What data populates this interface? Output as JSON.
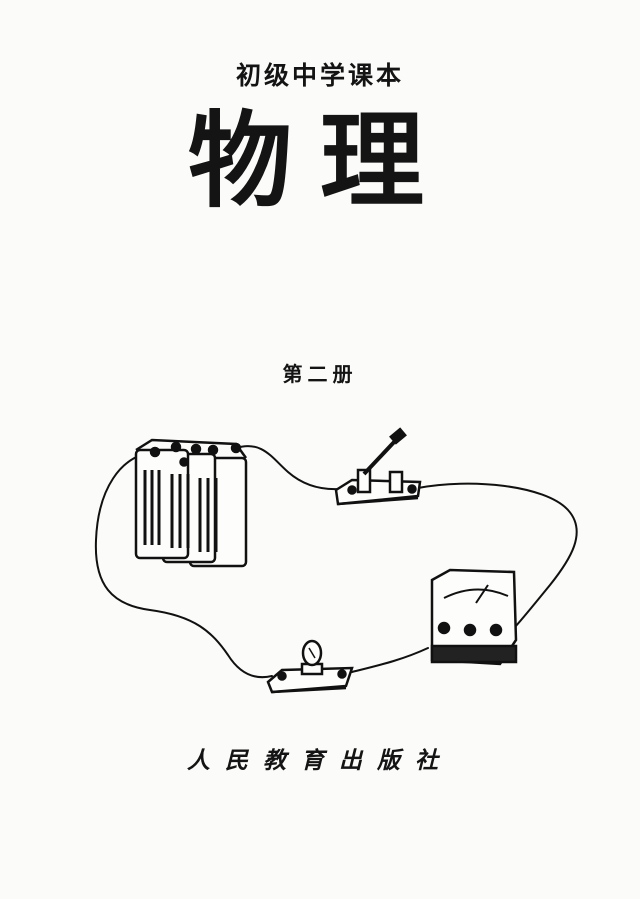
{
  "cover": {
    "series_title": "初级中学课本",
    "main_title": "物理",
    "volume": "第二册",
    "publisher": "人民教育出版社"
  }
}
